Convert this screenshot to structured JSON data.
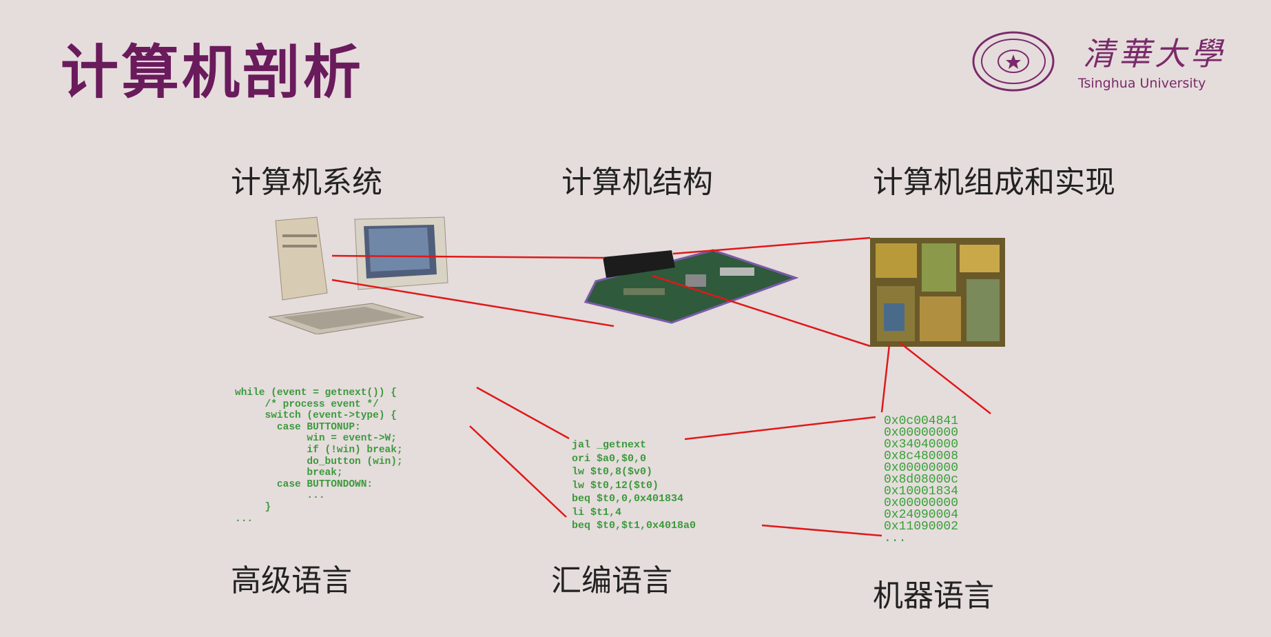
{
  "slide": {
    "title": "计算机剖析",
    "logo": {
      "chinese": "清華大學",
      "english": "Tsinghua University",
      "color": "#7a2a6a"
    },
    "headings": [
      "计算机系统",
      "计算机结构",
      "计算机组成和实现"
    ],
    "footers": [
      "高级语言",
      "汇编语言",
      "机器语言"
    ],
    "images": [
      "desktop-computer",
      "motherboard",
      "processor-die"
    ],
    "code": {
      "high_level": "while (event = getnext()) {\n     /* process event */\n     switch (event->type) {\n       case BUTTONUP:\n            win = event->W;\n            if (!win) break;\n            do_button (win);\n            break;\n       case BUTTONDOWN:\n            ...\n     }\n...",
      "assembly": "jal _getnext\nori $a0,$0,0\nlw $t0,8($v0)\nlw $t0,12($t0)\nbeq $t0,0,0x401834\nli $t1,4\nbeq $t0,$t1,0x4018a0",
      "machine": "0x0c004841\n0x00000000\n0x34040000\n0x8c480008\n0x00000000\n0x8d08000c\n0x10001834\n0x00000000\n0x24090004\n0x11090002\n..."
    },
    "colors": {
      "title": "#6a1b5c",
      "code": "#3c9a3c",
      "connector": "#e01818",
      "background": "#e5dcdc"
    }
  }
}
